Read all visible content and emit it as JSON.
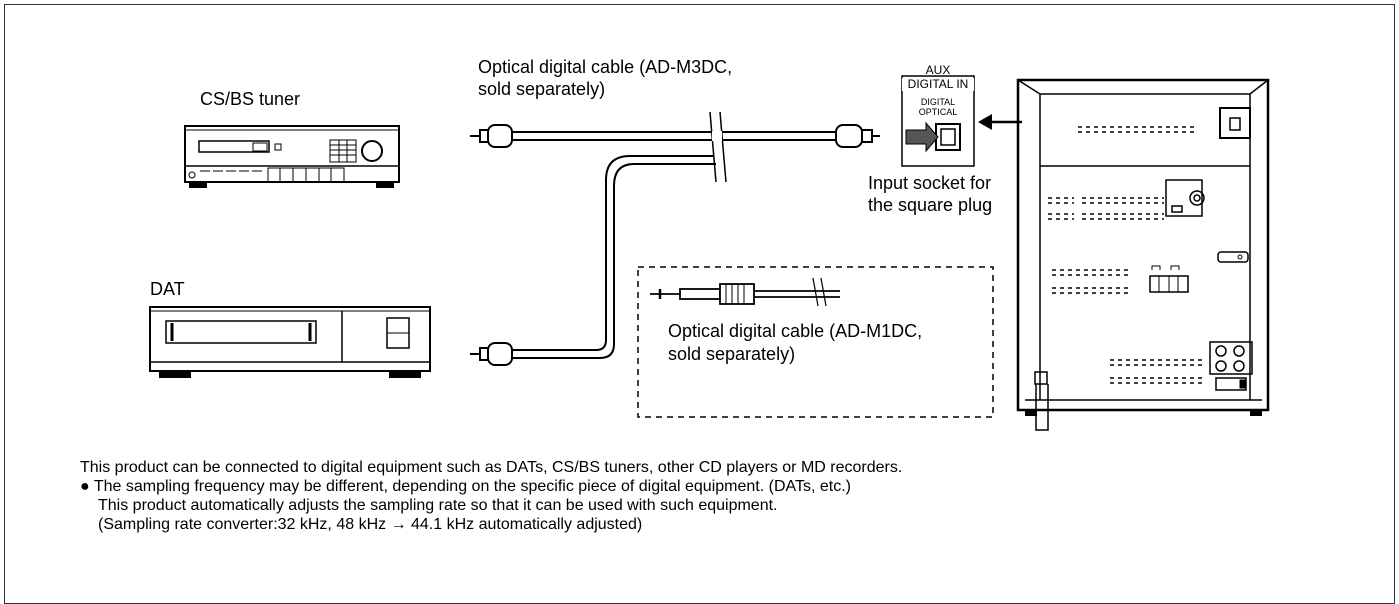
{
  "devices": {
    "tuner_label": "CS/BS tuner",
    "dat_label": "DAT"
  },
  "cables": {
    "m3dc_label_line1": "Optical digital cable (AD-M3DC,",
    "m3dc_label_line2": "sold separately)",
    "m1dc_label_line1": "Optical digital cable (AD-M1DC,",
    "m1dc_label_line2": "sold separately)"
  },
  "socket": {
    "aux": "AUX",
    "digital_in": "DIGITAL IN",
    "digital": "DIGITAL",
    "optical": "OPTICAL",
    "caption_line1": "Input socket for",
    "caption_line2": "the square plug"
  },
  "notes": {
    "intro": "This product can be connected to digital equipment such as DATs, CS/BS tuners, other CD players or MD recorders.",
    "bullet": "●",
    "point1": "The sampling frequency may be different, depending on the specific piece of digital equipment. (DATs, etc.)",
    "point2": "This product automatically adjusts the sampling rate so that it can be used with such equipment.",
    "point3": "(Sampling rate converter:32 kHz, 48 kHz → 44.1 kHz automatically adjusted)"
  }
}
